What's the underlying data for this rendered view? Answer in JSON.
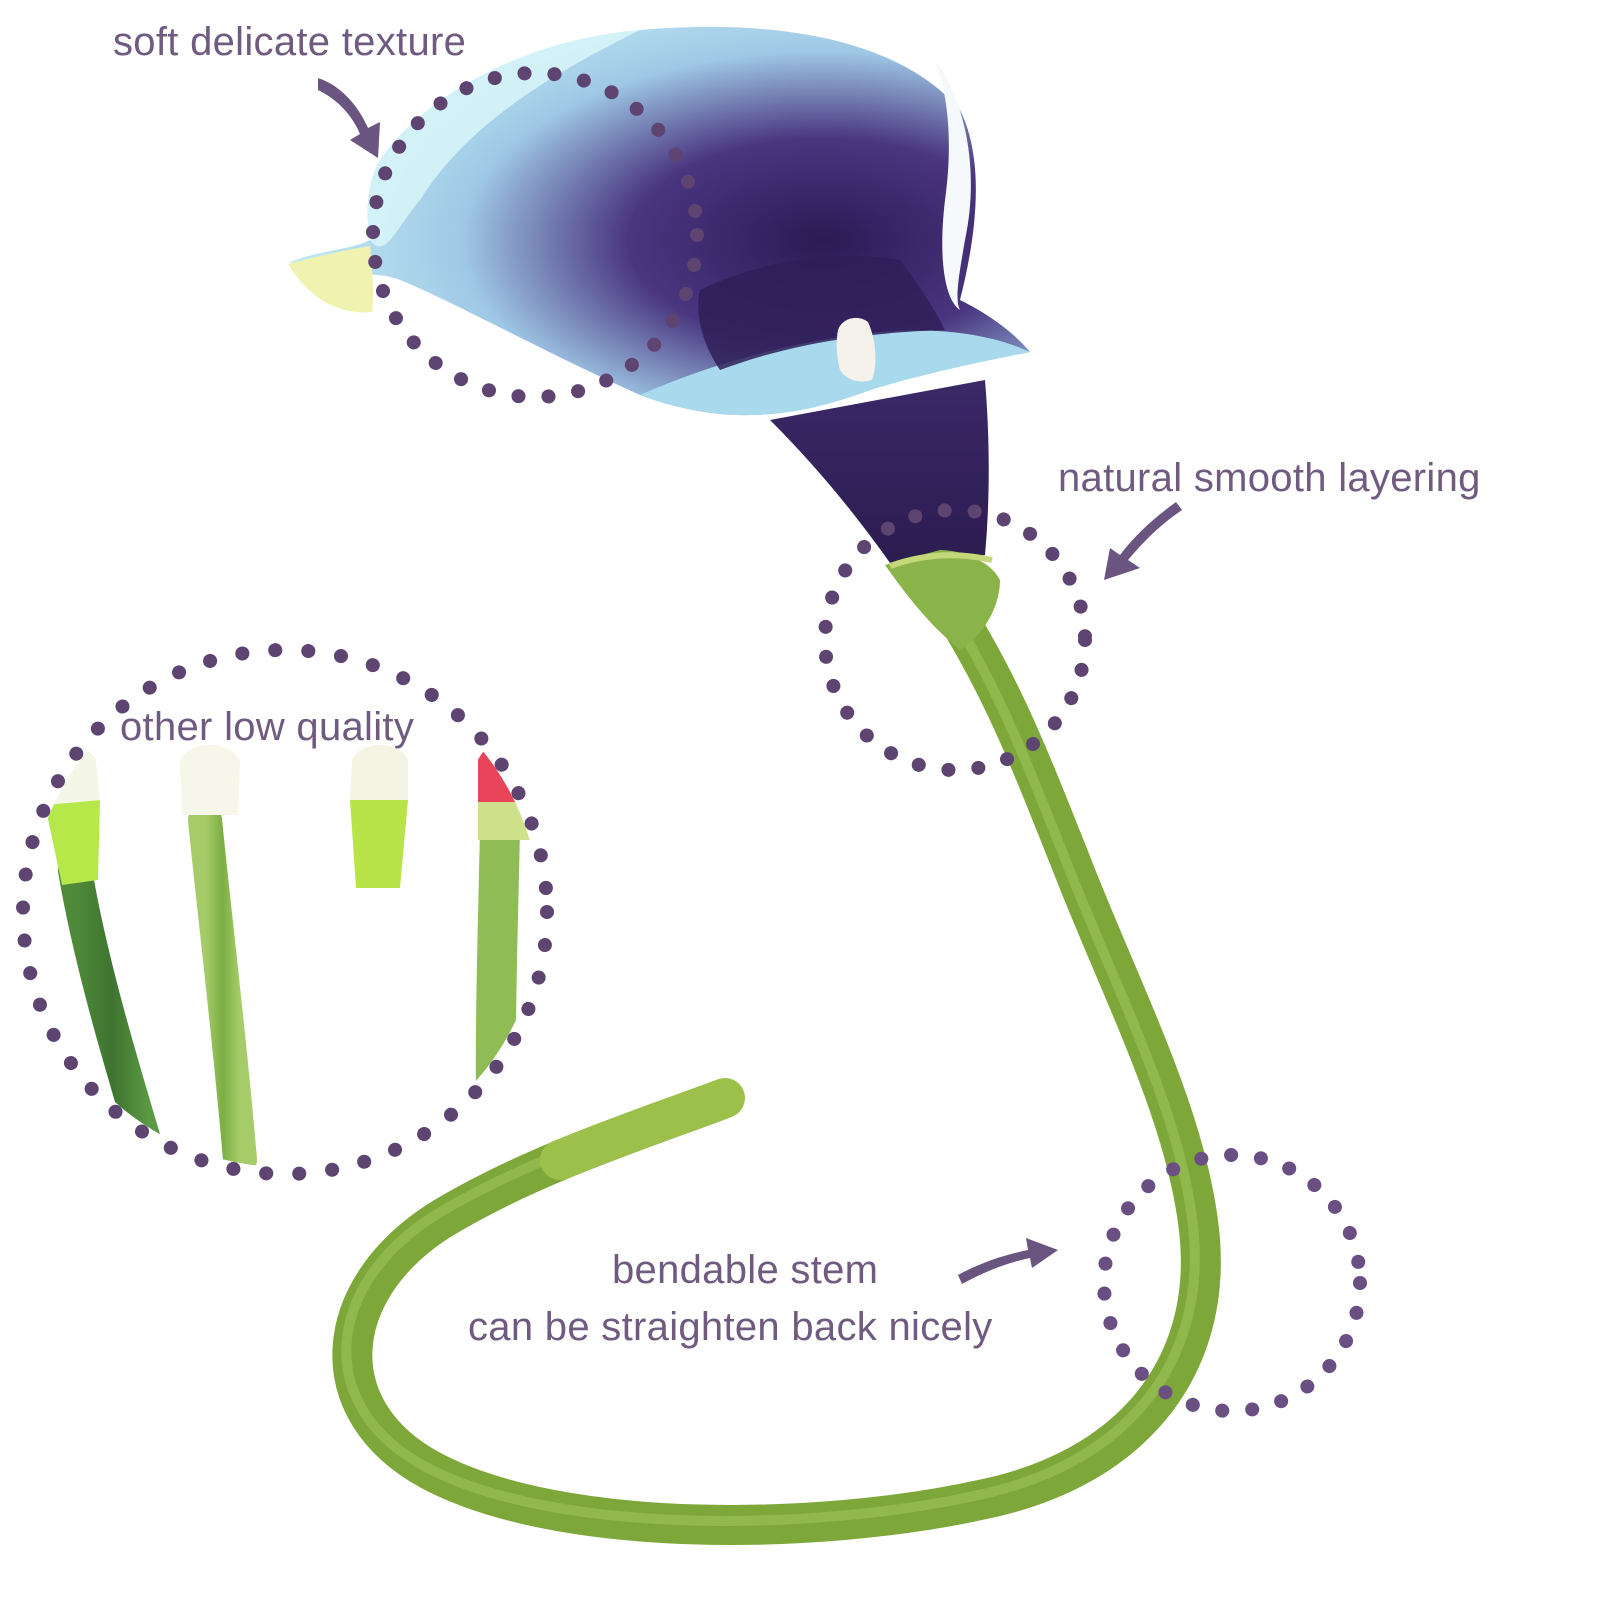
{
  "annotations": {
    "texture": "soft delicate texture",
    "layering": "natural smooth layering",
    "bendable": "bendable stem",
    "straighten": "can be straighten back nicely",
    "low_quality": "other low quality"
  },
  "colors": {
    "label": "#6f5a80",
    "dots": "#5e4470",
    "stem_green": "#7fa83a",
    "petal_light_blue": "#bfeaf2",
    "petal_purple": "#3e2a6a",
    "spadix_white": "#f4f2ea"
  },
  "icons": {
    "pointer_arrows": "curved-arrow-icon",
    "highlight_rings": "dotted-circle-icon"
  }
}
